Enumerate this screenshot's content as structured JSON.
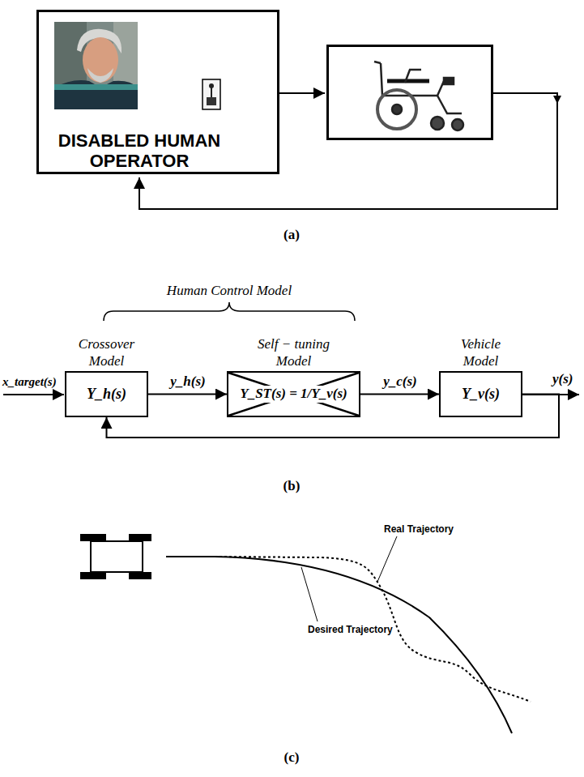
{
  "diagram": {
    "nodes": [
      {
        "text": [
          "DISABLED HUMAN OPERATOR"
        ]
      },
      {
        "text": [
          "Crossover Model",
          "Y_h(s)"
        ]
      },
      {
        "text": [
          "Self − tuning Model",
          "Y_ST(s) = 1/Y_v(s)"
        ]
      },
      {
        "text": [
          "Vehicle Model",
          "Y_v(s)"
        ]
      }
    ],
    "edges": [
      {
        "from": 1,
        "to": 2,
        "arrow": "to",
        "label": "y_h(s)"
      },
      {
        "from": 2,
        "to": 3,
        "arrow": "to",
        "label": "y_c(s)"
      },
      {
        "from": 3,
        "to": 1,
        "arrow": "to"
      }
    ],
    "labels": [
      "(a)",
      "Human Control Model",
      "x_target(s)",
      "y(s)",
      "(b)",
      "Real Trajectory",
      "Desired Trajectory",
      "(c)"
    ]
  }
}
